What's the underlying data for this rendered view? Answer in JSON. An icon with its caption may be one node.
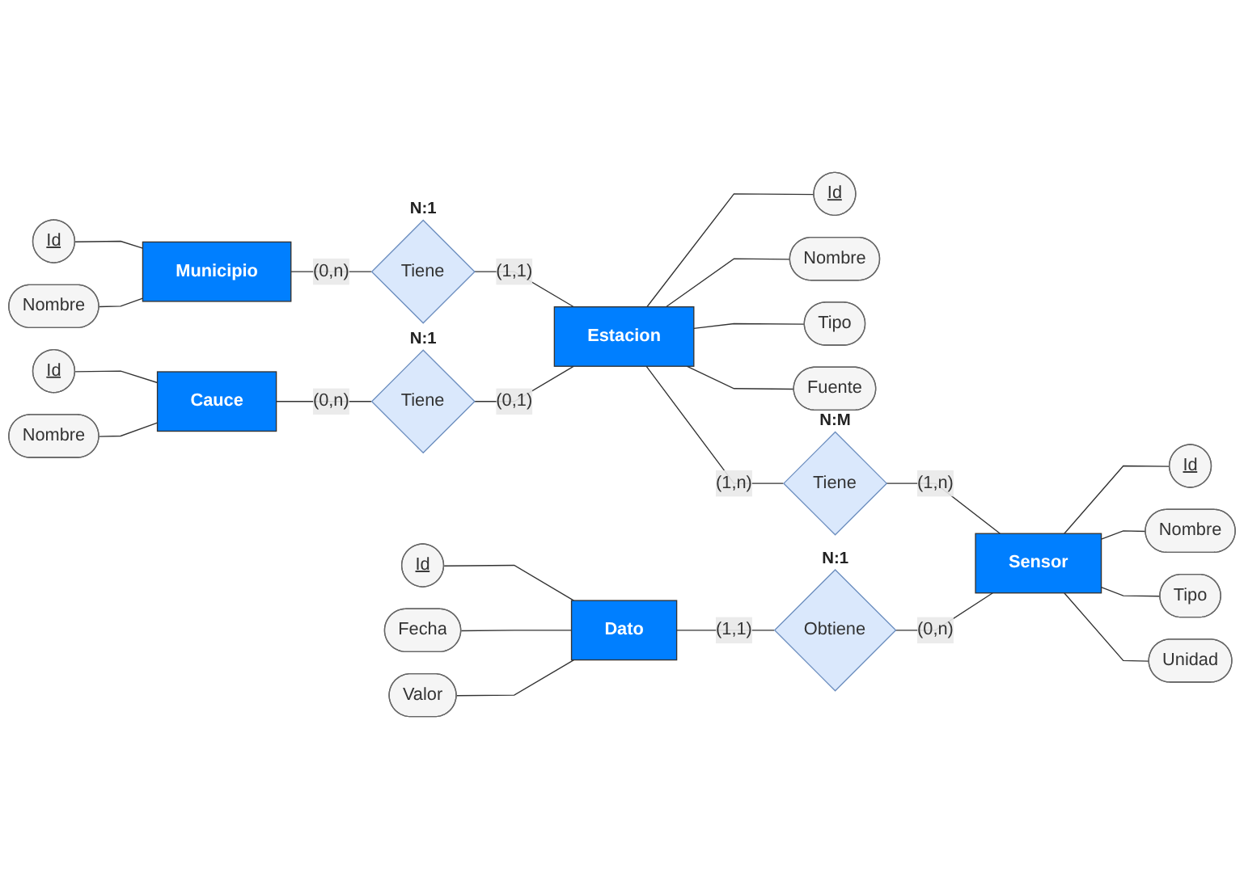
{
  "diagram": {
    "nodes": [
      {
        "text": [
          "Id"
        ]
      },
      {
        "text": [
          "Nombre"
        ]
      },
      {
        "text": [
          "Municipio"
        ]
      },
      {
        "text": [
          "Tiene"
        ],
        "beside": [
          "N:1"
        ]
      },
      {
        "text": [
          "Id"
        ]
      },
      {
        "text": [
          "Nombre"
        ]
      },
      {
        "text": [
          "Cauce"
        ]
      },
      {
        "text": [
          "Tiene"
        ],
        "beside": [
          "N:1"
        ]
      },
      {
        "text": [
          "Estacion"
        ]
      },
      {
        "text": [
          "Id"
        ]
      },
      {
        "text": [
          "Nombre"
        ]
      },
      {
        "text": [
          "Tipo"
        ]
      },
      {
        "text": [
          "Fuente"
        ]
      },
      {
        "text": [
          "Tiene"
        ],
        "beside": [
          "N:M"
        ]
      },
      {
        "text": [
          "Id"
        ]
      },
      {
        "text": [
          "Fecha"
        ]
      },
      {
        "text": [
          "Valor"
        ]
      },
      {
        "text": [
          "Dato"
        ]
      },
      {
        "text": [
          "Obtiene"
        ],
        "beside": [
          "N:1"
        ]
      },
      {
        "text": [
          "Sensor"
        ]
      },
      {
        "text": [
          "Id"
        ]
      },
      {
        "text": [
          "Nombre"
        ]
      },
      {
        "text": [
          "Tipo"
        ]
      },
      {
        "text": [
          "Unidad"
        ]
      }
    ],
    "edges": [
      {
        "from": 0,
        "to": 2,
        "arrow": "none"
      },
      {
        "from": 1,
        "to": 2,
        "arrow": "none"
      },
      {
        "from": 2,
        "to": 3,
        "arrow": "none",
        "label": "(0,n)"
      },
      {
        "from": 3,
        "to": 8,
        "arrow": "none",
        "label": "(1,1)"
      },
      {
        "from": 4,
        "to": 6,
        "arrow": "none"
      },
      {
        "from": 5,
        "to": 6,
        "arrow": "none"
      },
      {
        "from": 6,
        "to": 7,
        "arrow": "none",
        "label": "(0,n)"
      },
      {
        "from": 7,
        "to": 8,
        "arrow": "none",
        "label": "(0,1)"
      },
      {
        "from": 8,
        "to": 9,
        "arrow": "none"
      },
      {
        "from": 8,
        "to": 10,
        "arrow": "none"
      },
      {
        "from": 8,
        "to": 11,
        "arrow": "none"
      },
      {
        "from": 8,
        "to": 12,
        "arrow": "none"
      },
      {
        "from": 8,
        "to": 13,
        "arrow": "none",
        "label": "(1,n)"
      },
      {
        "from": 13,
        "to": 19,
        "arrow": "none",
        "label": "(1,n)"
      },
      {
        "from": 14,
        "to": 17,
        "arrow": "none"
      },
      {
        "from": 15,
        "to": 17,
        "arrow": "none"
      },
      {
        "from": 16,
        "to": 17,
        "arrow": "none"
      },
      {
        "from": 17,
        "to": 18,
        "arrow": "none",
        "label": "(1,1)"
      },
      {
        "from": 18,
        "to": 19,
        "arrow": "none",
        "label": "(0,n)"
      },
      {
        "from": 19,
        "to": 20,
        "arrow": "none"
      },
      {
        "from": 19,
        "to": 21,
        "arrow": "none"
      },
      {
        "from": 19,
        "to": 22,
        "arrow": "none"
      },
      {
        "from": 19,
        "to": 23,
        "arrow": "none"
      }
    ]
  }
}
